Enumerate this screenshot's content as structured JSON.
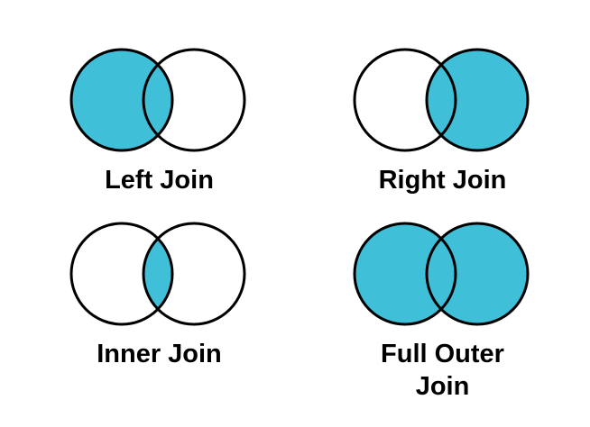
{
  "page": {
    "background": "#ffffff"
  },
  "colors": {
    "shade_fill": "#40BFD8",
    "circle_stroke": "#000000",
    "label_text": "#000000"
  },
  "diagrams": [
    {
      "id": "left-join",
      "label": "Left Join",
      "shaded": "left"
    },
    {
      "id": "right-join",
      "label": "Right Join",
      "shaded": "right"
    },
    {
      "id": "inner-join",
      "label": "Inner Join",
      "shaded": "intersection"
    },
    {
      "id": "full-outer-join",
      "label": "Full Outer Join",
      "shaded": "both"
    }
  ]
}
